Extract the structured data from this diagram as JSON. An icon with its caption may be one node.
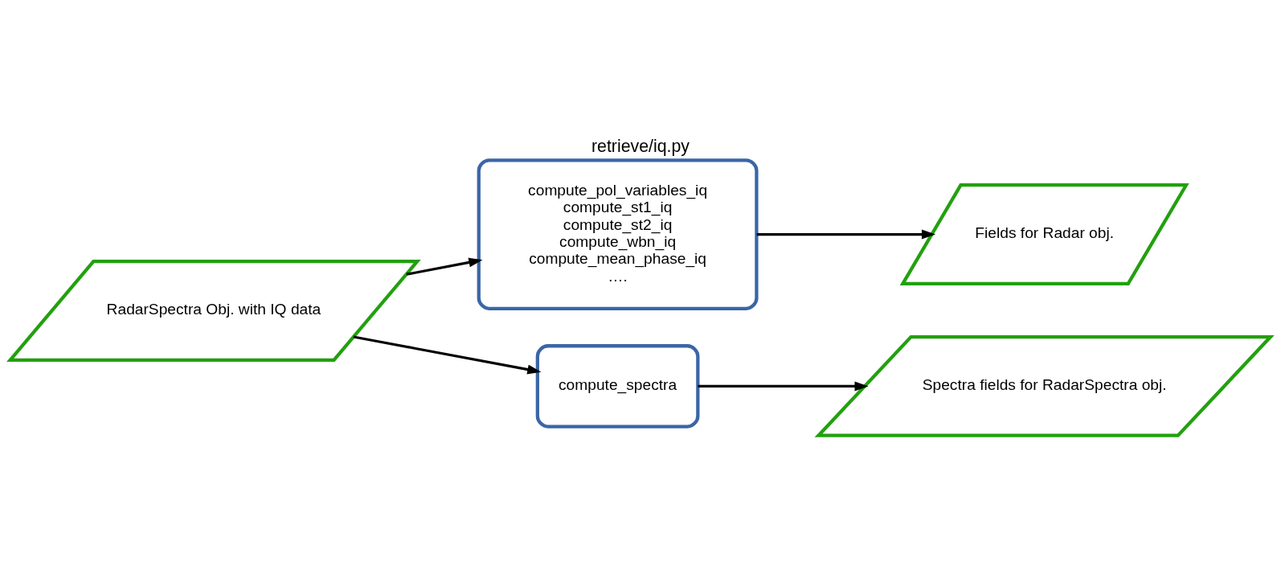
{
  "diagram": {
    "title": "retrieve/iq.py",
    "nodes": [
      {
        "text": [
          "RadarSpectra Obj. with IQ data"
        ]
      },
      {
        "text": [
          "compute_pol_variables_iq",
          "compute_st1_iq",
          "compute_st2_iq",
          "compute_wbn_iq",
          "compute_mean_phase_iq",
          "…."
        ]
      },
      {
        "text": [
          "Fields for Radar obj."
        ]
      },
      {
        "text": [
          "compute_spectra"
        ]
      },
      {
        "text": [
          "Spectra fields for RadarSpectra obj."
        ]
      }
    ],
    "edges": [
      {
        "from": 0,
        "to": 1,
        "arrow": "to"
      },
      {
        "from": 0,
        "to": 3,
        "arrow": "to"
      },
      {
        "from": 1,
        "to": 2,
        "arrow": "to"
      },
      {
        "from": 3,
        "to": 4,
        "arrow": "to"
      }
    ]
  }
}
